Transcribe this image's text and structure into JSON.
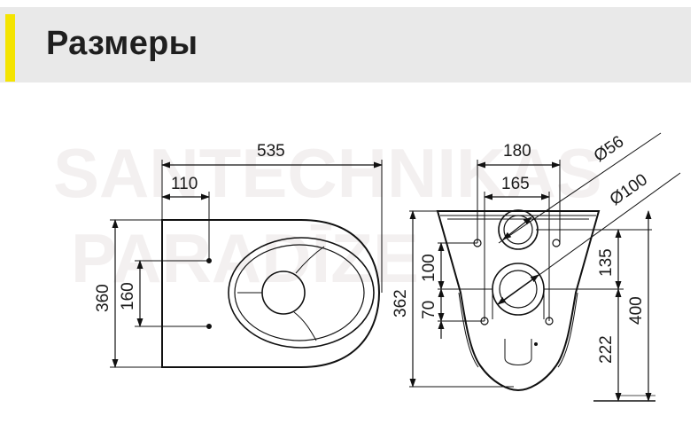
{
  "header": {
    "title": "Размеры",
    "accent_color": "#f4e400",
    "background_color": "#e9e9e9"
  },
  "watermark": {
    "line1": "SANTECHNIKAS",
    "line2": "PARADĪZE"
  },
  "dimensions": {
    "top_view": {
      "length": "535",
      "offset": "110",
      "width": "360",
      "hole_spacing": "160"
    },
    "front_view": {
      "width_outer": "180",
      "width_inner": "165",
      "inlet_diameter": "Ø56",
      "outlet_diameter": "Ø100",
      "height_total_left": "362",
      "outlet_offset_a": "100",
      "outlet_offset_b": "70",
      "inlet_height": "135",
      "floor_to_outlet": "222",
      "total_height": "400"
    }
  }
}
